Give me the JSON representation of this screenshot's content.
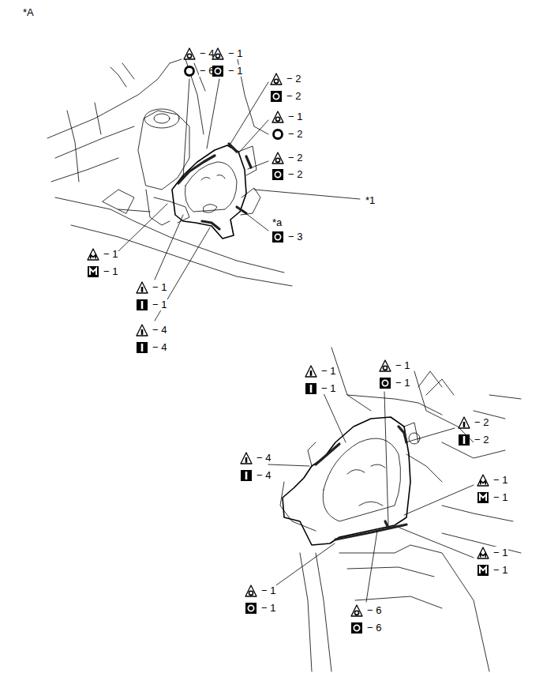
{
  "diagram": {
    "labels": [
      "*A",
      "− 4",
      "− 6",
      "− 1",
      "− 1",
      "− 2",
      "− 2",
      "− 1",
      "− 2",
      "− 2",
      "− 2",
      "*1",
      "*a",
      "− 3",
      "− 1",
      "− 1",
      "− 1",
      "− 1",
      "− 4",
      "− 4",
      "− 1",
      "− 1",
      "− 1",
      "− 1",
      "− 2",
      "− 2",
      "− 4",
      "− 4",
      "− 1",
      "− 1",
      "− 1",
      "− 1",
      "− 1",
      "− 1",
      "− 6",
      "− 6"
    ]
  }
}
